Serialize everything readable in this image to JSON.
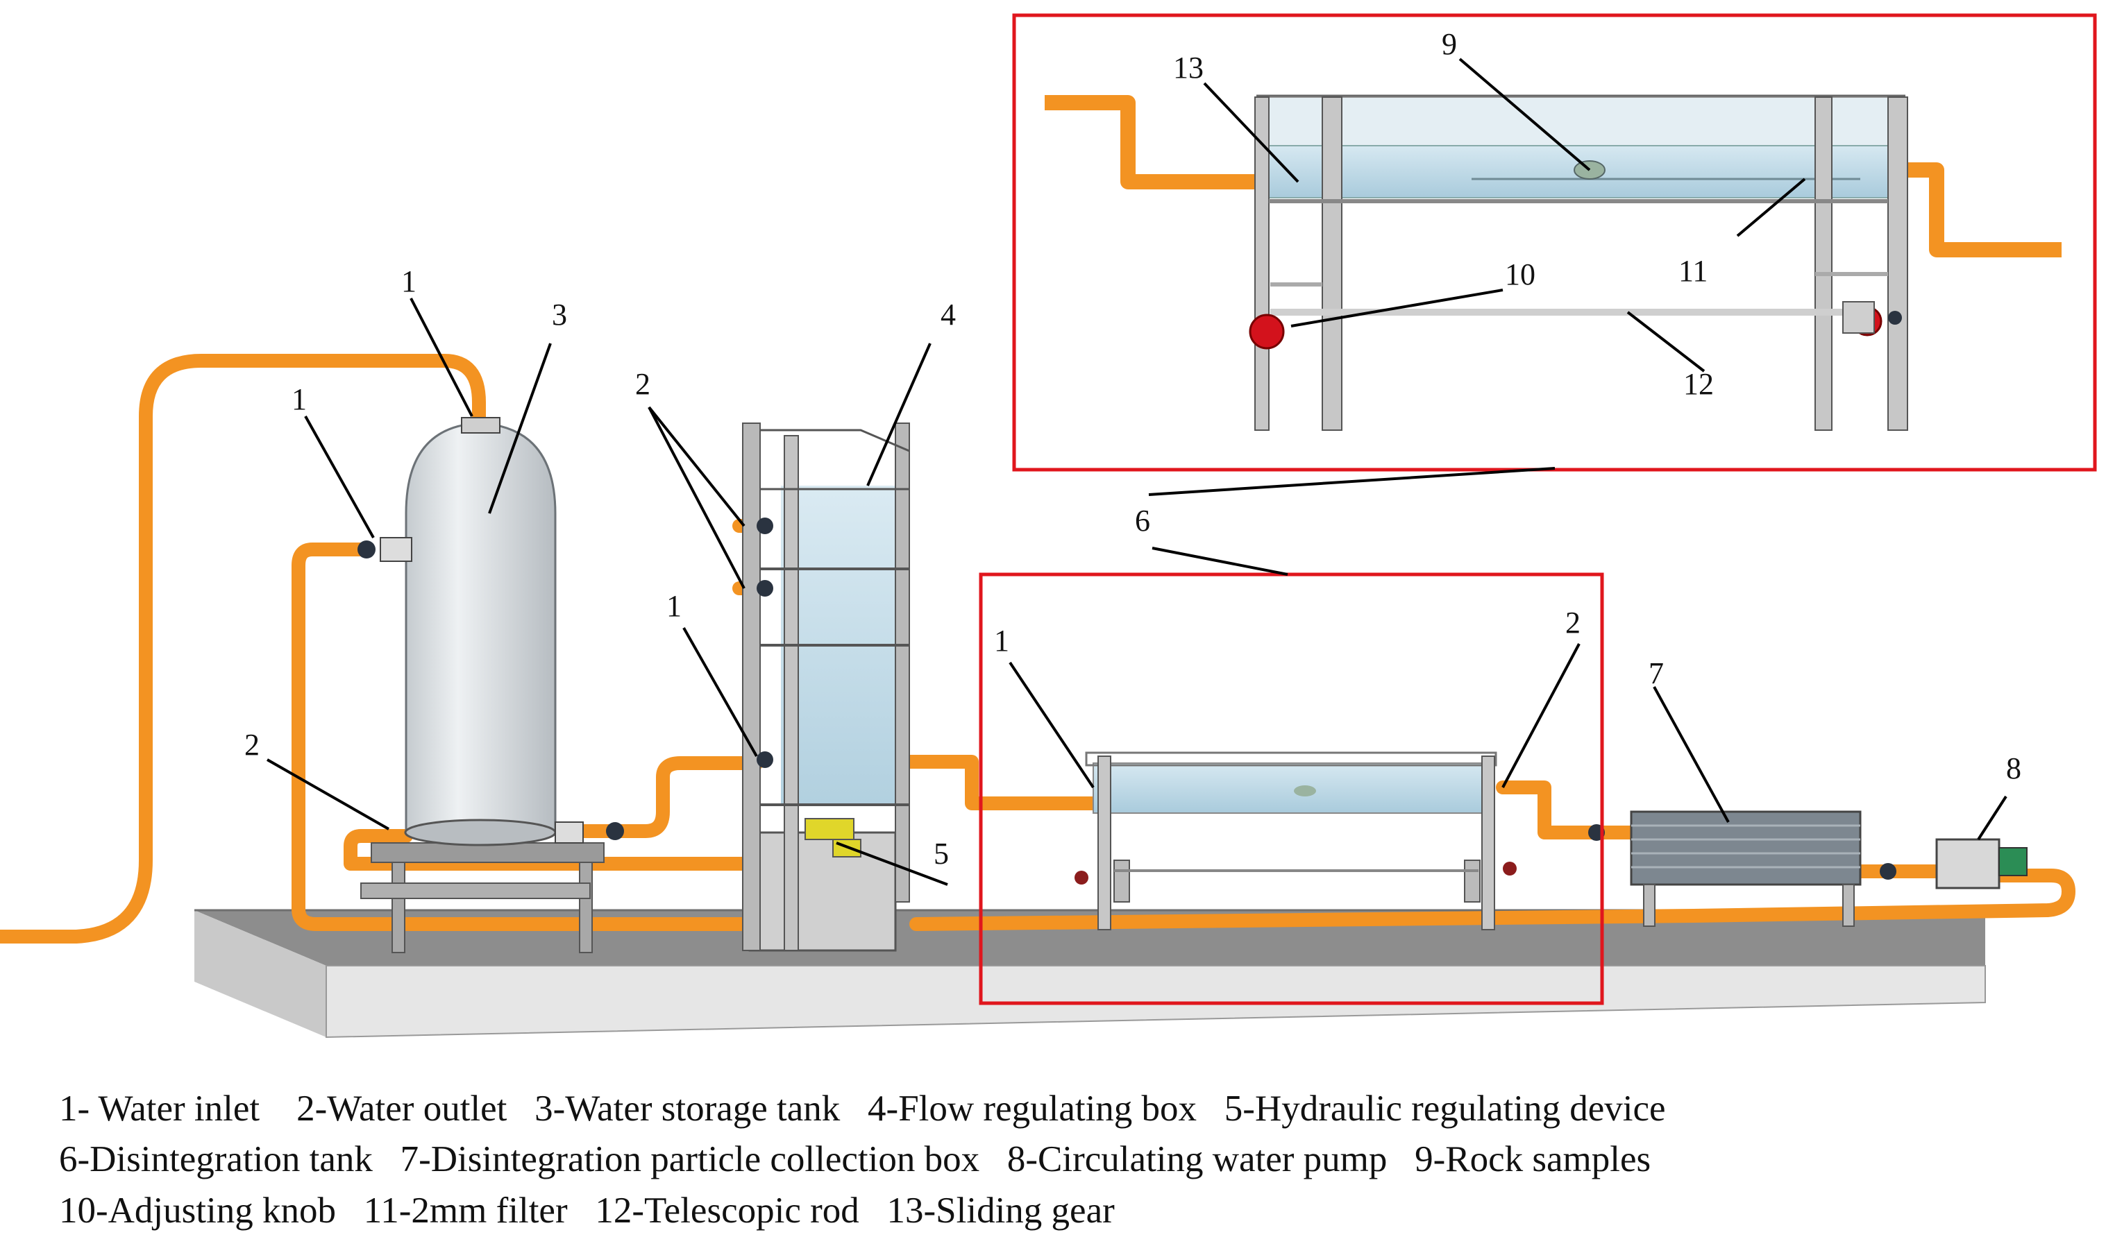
{
  "callouts": {
    "tank_inlet_top": "1",
    "tank_inlet_side": "1",
    "tank_label": "3",
    "tank_outlet": "2",
    "flow_box_outlets": "2",
    "flow_box_label": "4",
    "flow_box_inlet": "1",
    "hydraulic_device": "5",
    "disintegration_tank": "6",
    "dt_inlet": "1",
    "dt_outlet": "2",
    "collection_box": "7",
    "pump": "8",
    "zoom_rock_samples": "9",
    "zoom_knob": "10",
    "zoom_filter": "11",
    "zoom_rod": "12",
    "zoom_gear": "13"
  },
  "legend": {
    "line1": "1- Water inlet    2-Water outlet   3-Water storage tank   4-Flow regulating box   5-Hydraulic regulating device",
    "line2": "6-Disintegration tank   7-Disintegration particle collection box   8-Circulating water pump   9-Rock samples",
    "line3": "10-Adjusting knob   11-2mm filter   12-Telescopic rod   13-Sliding gear"
  },
  "colors": {
    "pipe": "#f39322",
    "frame_red": "#e0161d",
    "water": "#bcd8e6",
    "base": "#8e8e8e",
    "frame_grey": "#b9b9b9",
    "tank": "#d9dde0"
  }
}
